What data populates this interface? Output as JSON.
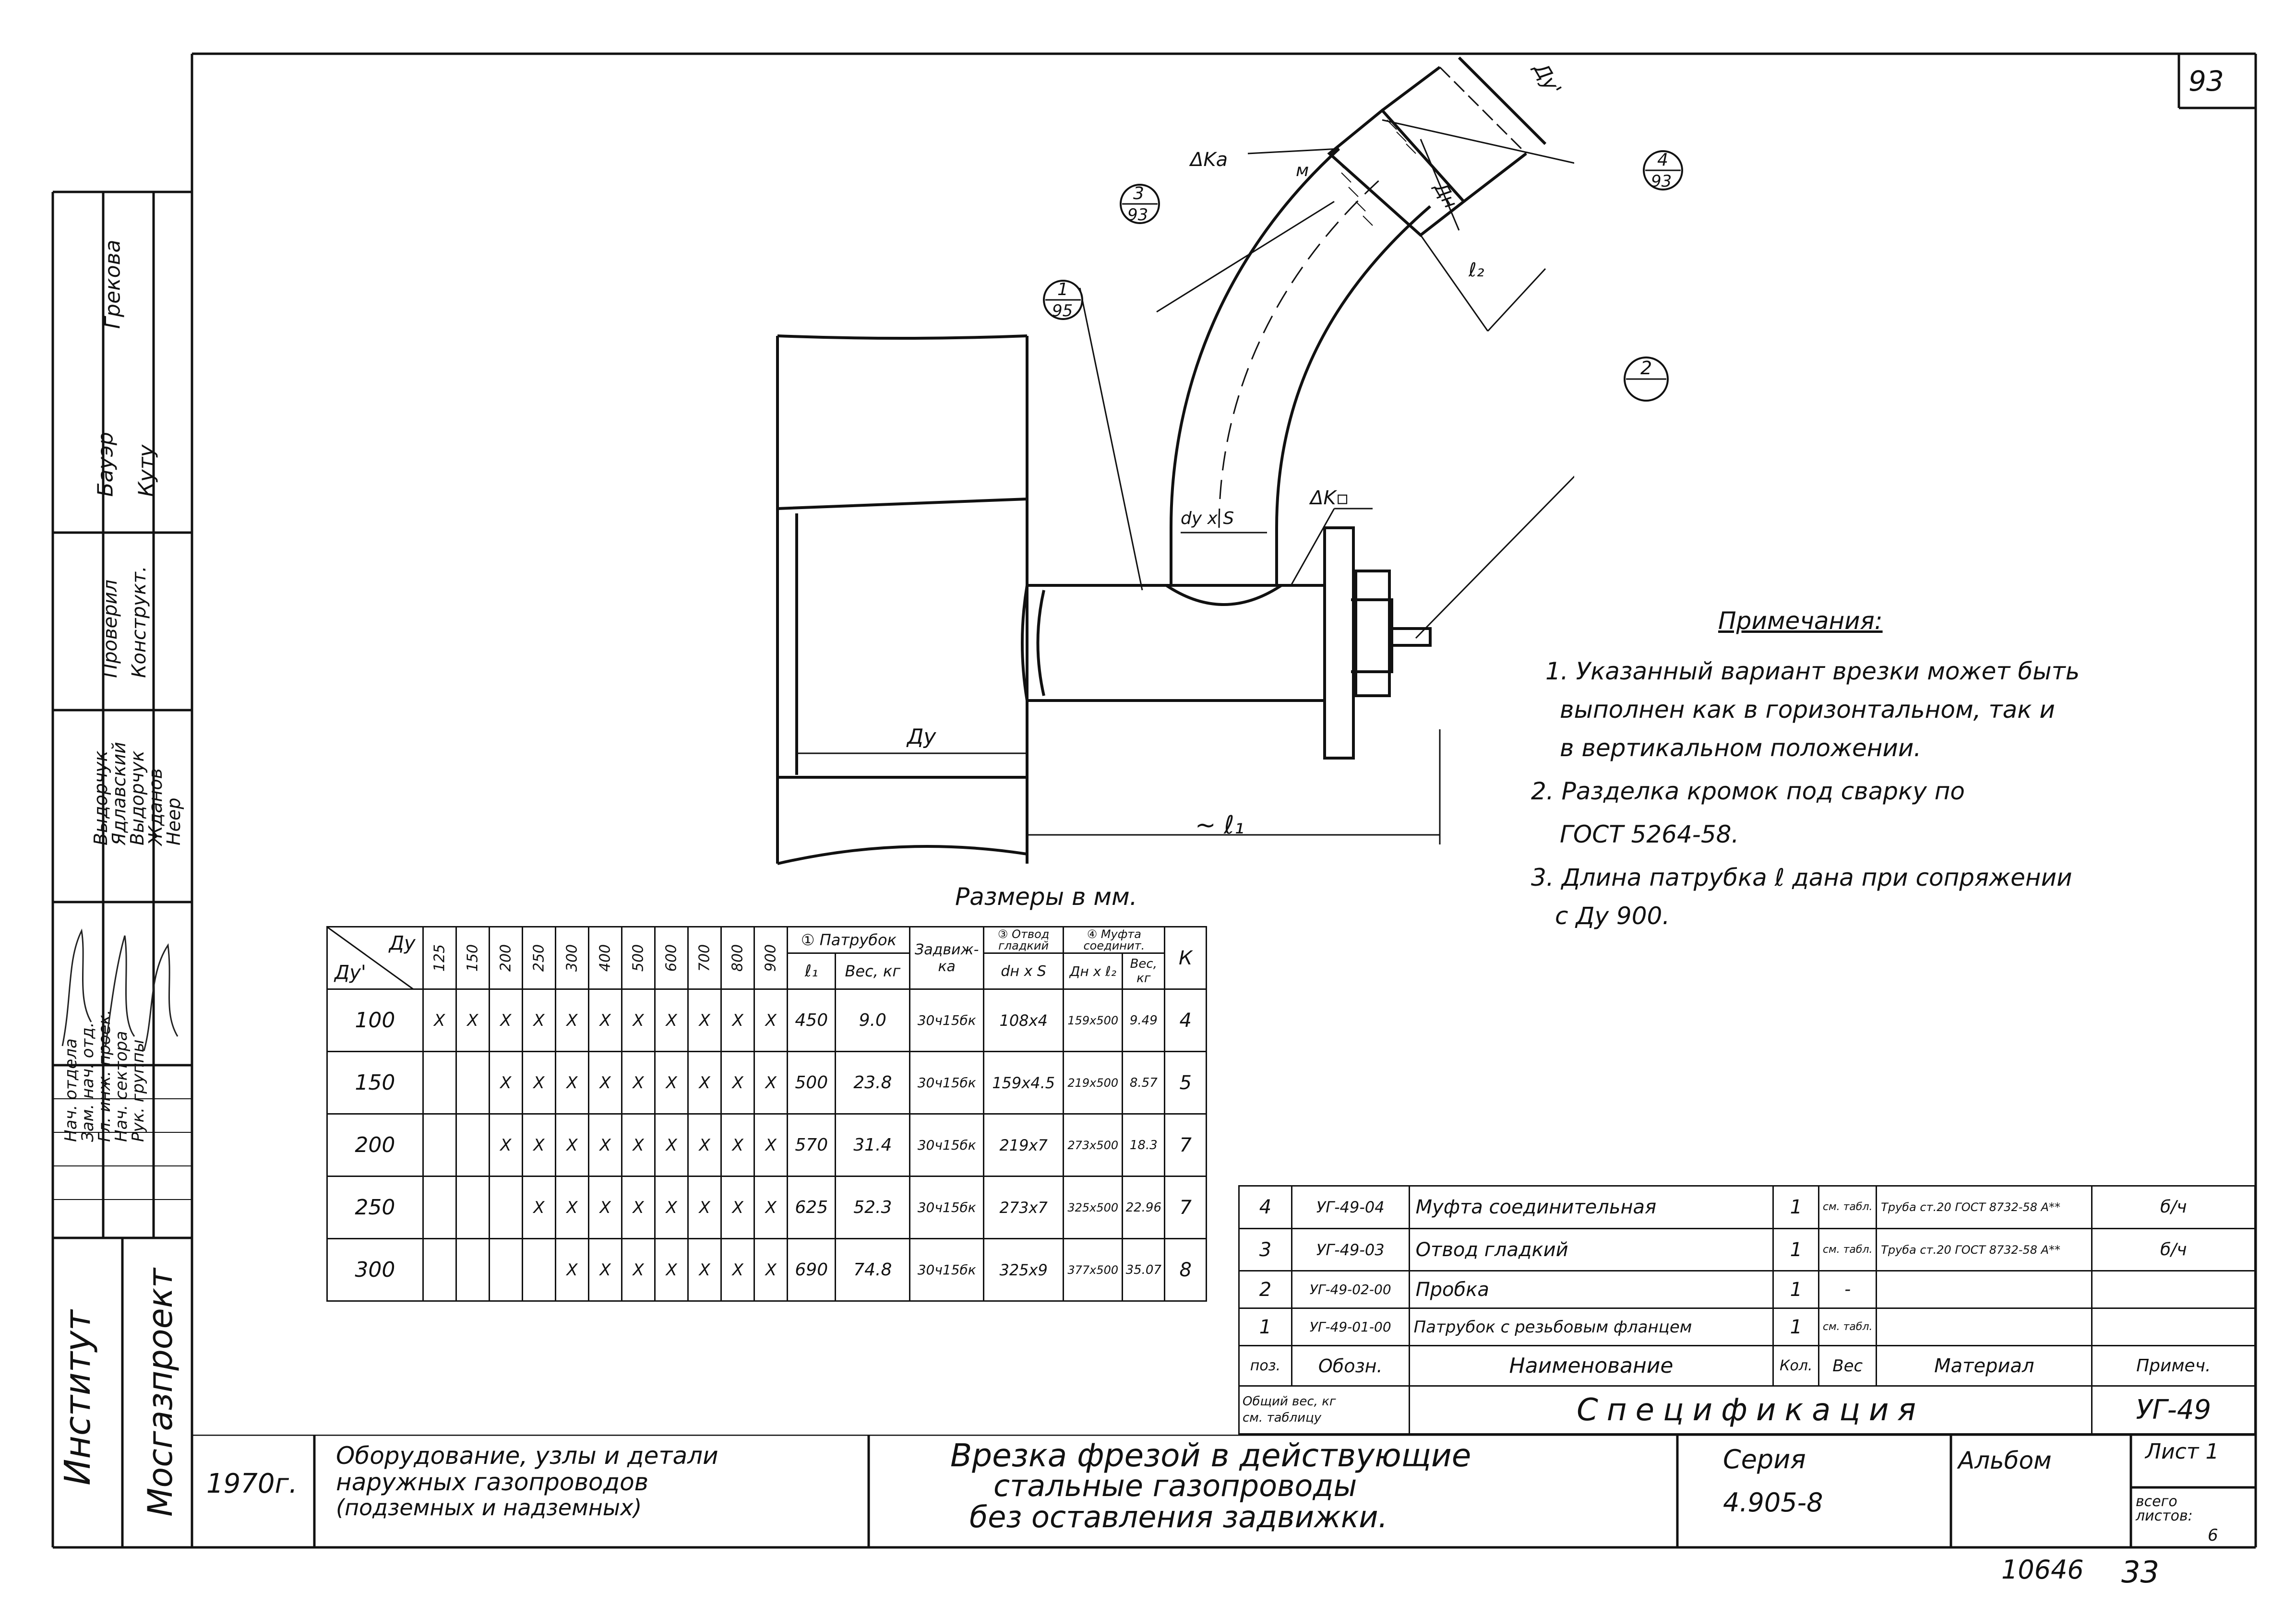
{
  "sheet_number": "93",
  "labels": {
    "dy_prime": "Ду'",
    "dk1": "ΔKа",
    "m": "м",
    "dn": "Дн",
    "l2": "ℓ₂",
    "dy_x_s": "dу x S",
    "dk2": "ΔK▫",
    "dy": "Ду",
    "l1": "~ ℓ₁",
    "callout_3": {
      "num": "3",
      "den": "93"
    },
    "callout_4": {
      "num": "4",
      "den": "93"
    },
    "callout_1": {
      "num": "1",
      "den": "95"
    },
    "callout_2": {
      "num": "2",
      "den": ""
    }
  },
  "notes": {
    "title": "Примечания:",
    "lines": [
      "1. Указанный вариант врезки может быть",
      "выполнен как в горизонтальном, так и",
      "в вертикальном положении.",
      "2. Разделка кромок под сварку по",
      "ГОСТ 5264-58.",
      "3. Длина патрубка ℓ дана при сопряжении",
      "с Ду 900."
    ]
  },
  "dims_table": {
    "caption": "Размеры в мм.",
    "corner_top": "Ду",
    "corner_bottom": "Ду'",
    "dy_columns": [
      "125",
      "150",
      "200",
      "250",
      "300",
      "400",
      "500",
      "600",
      "700",
      "800",
      "900"
    ],
    "group_headers": {
      "patrubok": "① Патрубок",
      "zadvizhka": "Задвиж-ка",
      "otvod": "③ Отвод гладкий",
      "mufta": "④ Муфта соединит.",
      "k": "К"
    },
    "sub_headers": [
      "ℓ₁",
      "Вес, кг",
      "dн x S",
      "Дн x ℓ₂",
      "Вес, кг"
    ],
    "rows": [
      {
        "dy": "100",
        "marks": [
          "X",
          "X",
          "X",
          "X",
          "X",
          "X",
          "X",
          "X",
          "X",
          "X",
          "X"
        ],
        "l1": "450",
        "weight": "9.0",
        "zadv": "30ч15бк",
        "otvod": "108x4",
        "mufta": "159x500",
        "m_weight": "9.49",
        "k": "4"
      },
      {
        "dy": "150",
        "marks": [
          "",
          "",
          "X",
          "X",
          "X",
          "X",
          "X",
          "X",
          "X",
          "X",
          "X"
        ],
        "l1": "500",
        "weight": "23.8",
        "zadv": "30ч15бк",
        "otvod": "159x4.5",
        "mufta": "219x500",
        "m_weight": "8.57",
        "k": "5"
      },
      {
        "dy": "200",
        "marks": [
          "",
          "",
          "X",
          "X",
          "X",
          "X",
          "X",
          "X",
          "X",
          "X",
          "X"
        ],
        "l1": "570",
        "weight": "31.4",
        "zadv": "30ч15бк",
        "otvod": "219x7",
        "mufta": "273x500",
        "m_weight": "18.3",
        "k": "7"
      },
      {
        "dy": "250",
        "marks": [
          "",
          "",
          "",
          "X",
          "X",
          "X",
          "X",
          "X",
          "X",
          "X",
          "X"
        ],
        "l1": "625",
        "weight": "52.3",
        "zadv": "30ч15бк",
        "otvod": "273x7",
        "mufta": "325x500",
        "m_weight": "22.96",
        "k": "7"
      },
      {
        "dy": "300",
        "marks": [
          "",
          "",
          "",
          "",
          "X",
          "X",
          "X",
          "X",
          "X",
          "X",
          "X"
        ],
        "l1": "690",
        "weight": "74.8",
        "zadv": "30ч15бк",
        "otvod": "325x9",
        "mufta": "377x500",
        "m_weight": "35.07",
        "k": "8"
      }
    ]
  },
  "spec": {
    "rows": [
      {
        "pos": "4",
        "code": "УГ-49-04",
        "name": "Муфта соединительная",
        "qty": "1",
        "weight": "см. табл.",
        "material": "Труба ст.20 ГОСТ 8732-58 А**",
        "note": "б/ч"
      },
      {
        "pos": "3",
        "code": "УГ-49-03",
        "name": "Отвод гладкий",
        "qty": "1",
        "weight": "см. табл.",
        "material": "Труба ст.20 ГОСТ 8732-58 А**",
        "note": "б/ч"
      },
      {
        "pos": "2",
        "code": "УГ-49-02-00",
        "name": "Пробка",
        "qty": "1",
        "weight": "-",
        "material": "",
        "note": ""
      },
      {
        "pos": "1",
        "code": "УГ-49-01-00",
        "name": "Патрубок с резьбовым фланцем",
        "qty": "1",
        "weight": "см. табл.",
        "material": "",
        "note": ""
      }
    ],
    "header": {
      "pos": "поз.",
      "code": "Обозн.",
      "name": "Наименование",
      "qty": "Кол.",
      "weight": "Вес",
      "material": "Материал",
      "note": "Примеч."
    },
    "total_weight": "Общий вес, кг",
    "see_tables": "см. таблицу",
    "title": "Спецификация",
    "code": "УГ-49"
  },
  "title_block": {
    "year": "1970г.",
    "subject": [
      "Оборудование, узлы и детали",
      "наружных газопроводов",
      "(подземных и надземных)"
    ],
    "title": [
      "Врезка фрезой в действующие",
      "стальные газопроводы",
      "без оставления задвижки."
    ],
    "series_label": "Серия",
    "series": "4.905-8",
    "album": "Альбом",
    "sheet_label": "Лист 1",
    "sheets_total_label": "всего листов:",
    "sheets_total": "6"
  },
  "side_block": {
    "institute": "Институт",
    "org": "Мосгазпроект",
    "roles": [
      "Нач. отдела",
      "Зам. нач. отд.",
      "Гл. инж. проек.",
      "Нач. сектора",
      "Рук. группы"
    ],
    "approvals": [
      "Выдорчук",
      "Ядлавский",
      "Выдорчук",
      "Жданов",
      "Неер"
    ],
    "check_labels": [
      "Проверил",
      "Конструкт."
    ],
    "check_names": [
      "Бауэр",
      "Куту",
      "Грекова"
    ]
  },
  "bottom": {
    "left": "10646",
    "right": "33"
  }
}
